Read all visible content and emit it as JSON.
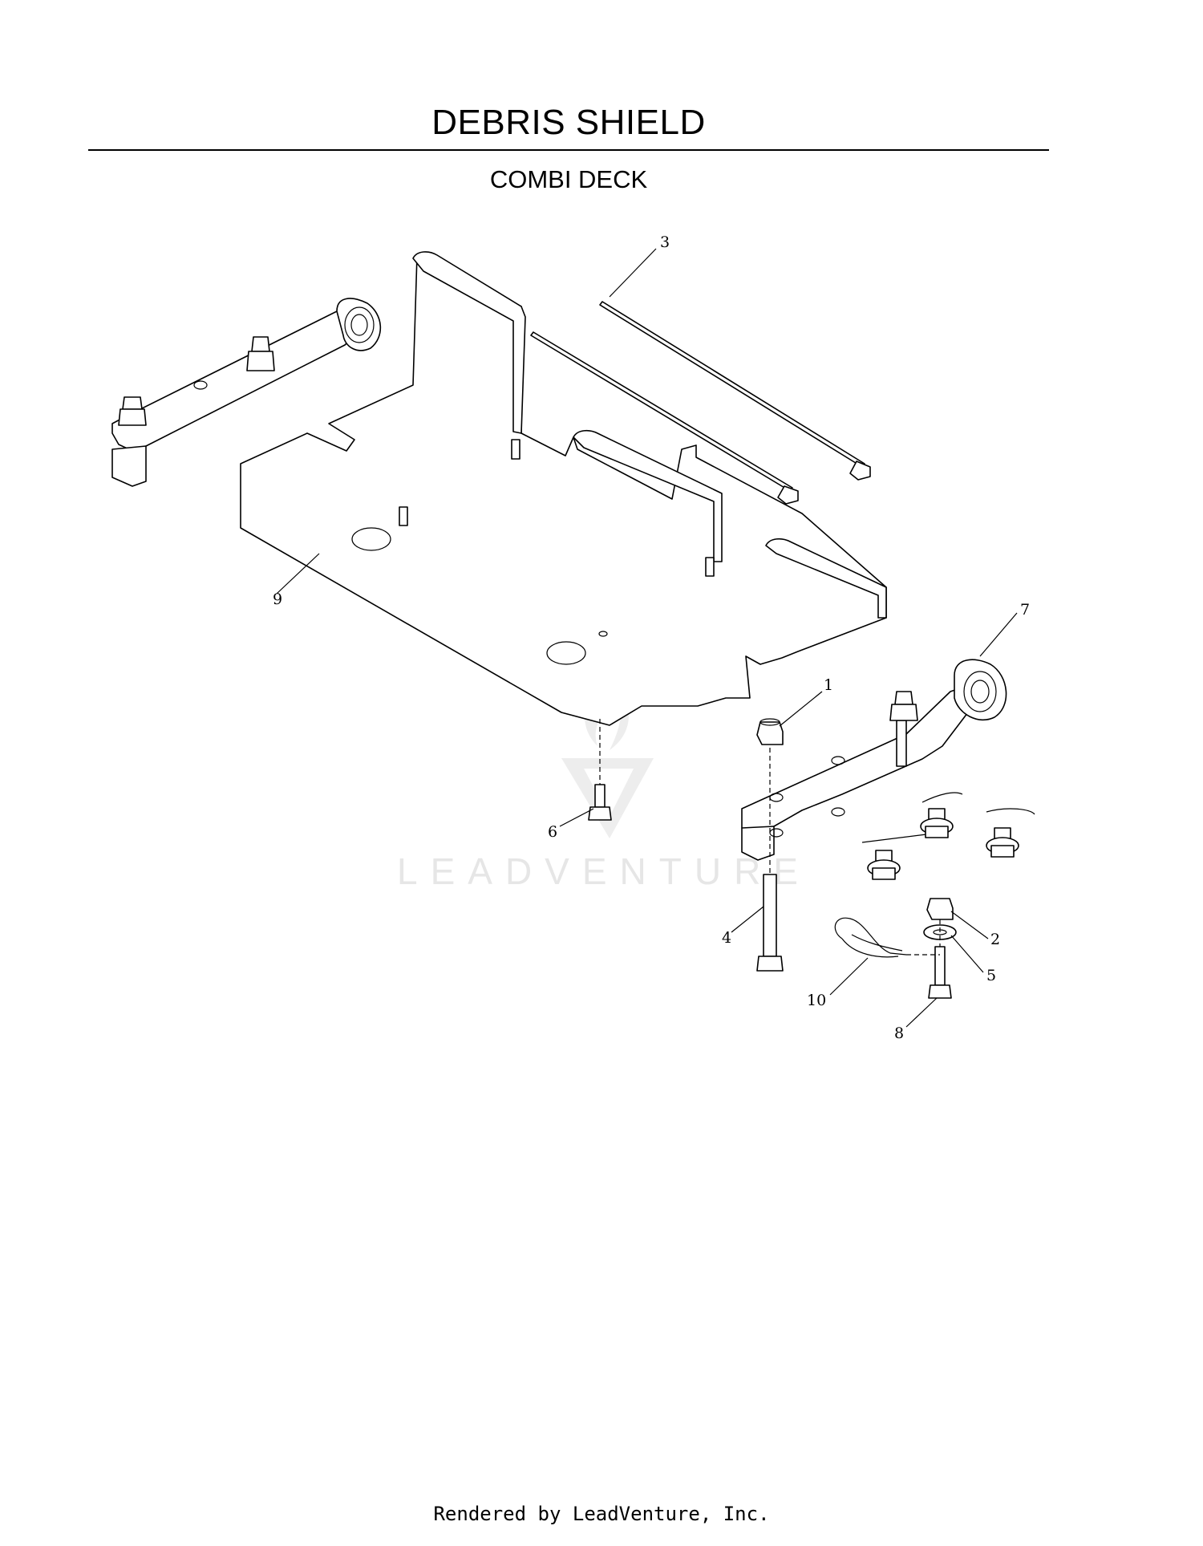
{
  "header": {
    "title": "DEBRIS SHIELD",
    "subtitle": "COMBI DECK"
  },
  "watermark": {
    "text": "LEADVENTURE"
  },
  "footer": {
    "text": "Rendered by LeadVenture, Inc."
  },
  "callouts": [
    {
      "id": "1",
      "label": "1"
    },
    {
      "id": "2",
      "label": "2"
    },
    {
      "id": "3",
      "label": "3"
    },
    {
      "id": "4",
      "label": "4"
    },
    {
      "id": "5",
      "label": "5"
    },
    {
      "id": "6",
      "label": "6"
    },
    {
      "id": "7",
      "label": "7"
    },
    {
      "id": "8",
      "label": "8"
    },
    {
      "id": "9",
      "label": "9"
    },
    {
      "id": "10",
      "label": "10"
    }
  ]
}
